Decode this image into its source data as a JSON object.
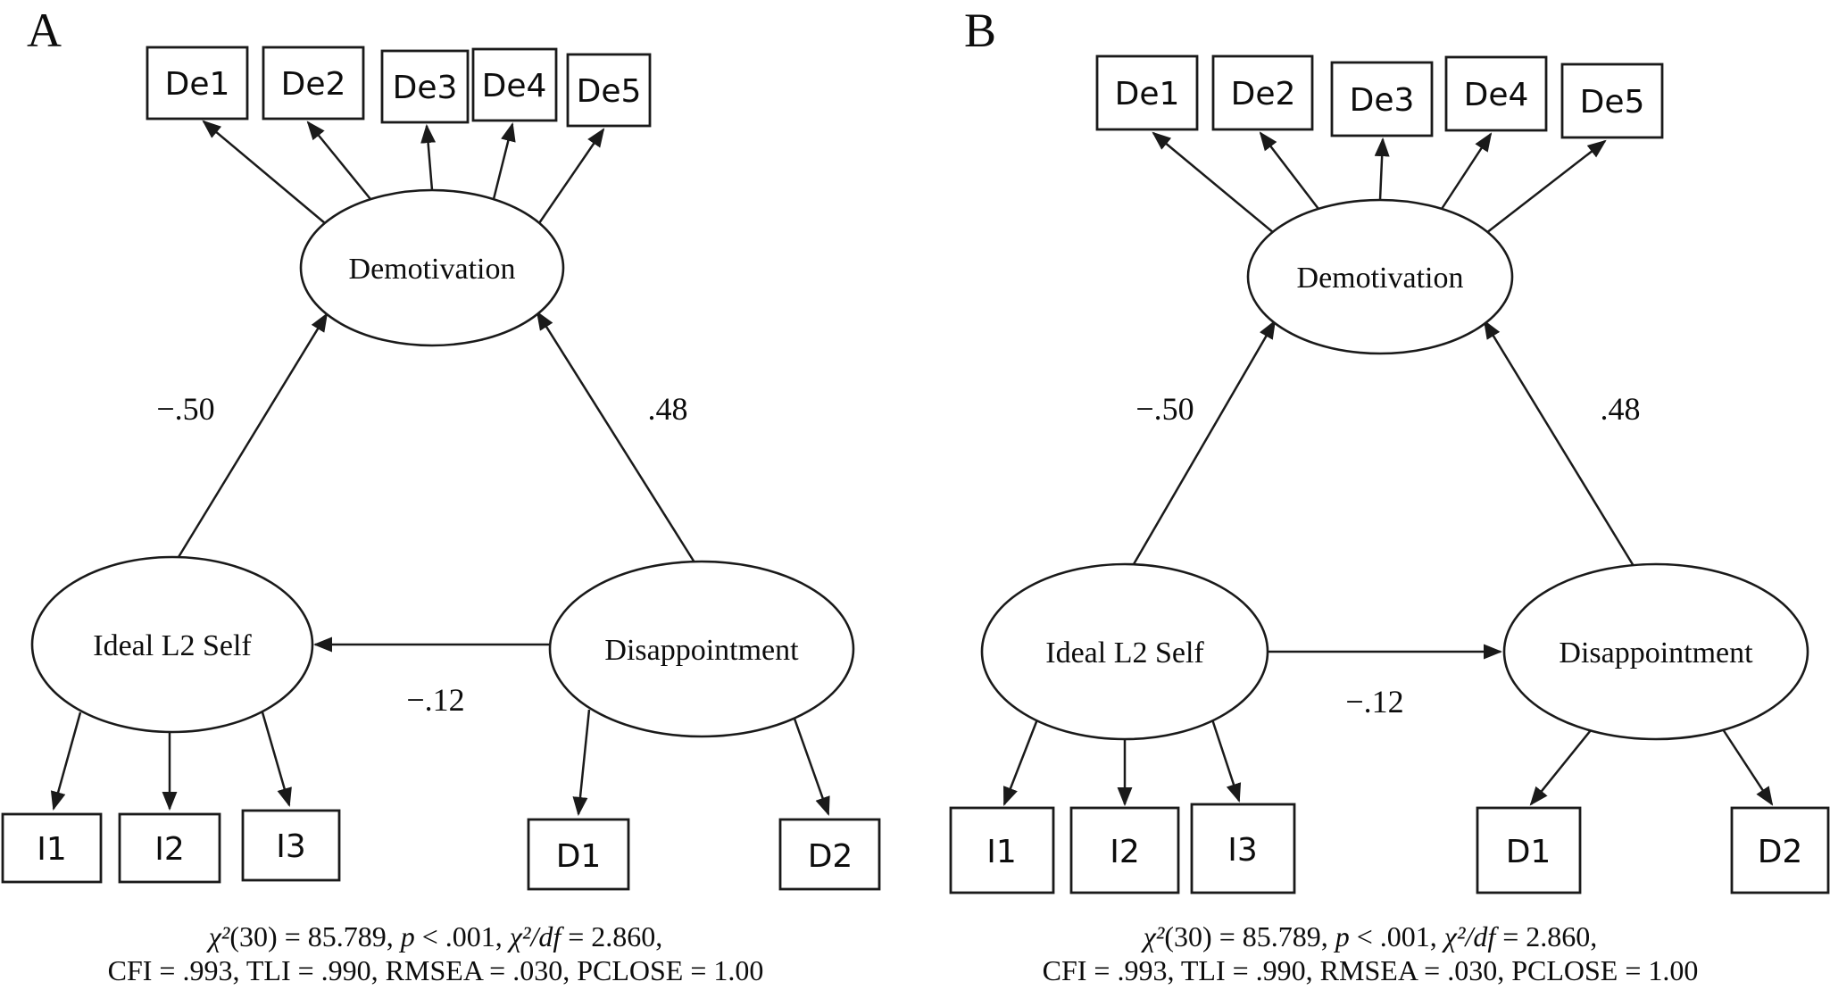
{
  "panels": [
    {
      "label": "A",
      "latents": {
        "demotivation": "Demotivation",
        "ideal": "Ideal L2 Self",
        "disappointment": "Disappointment"
      },
      "indicators": {
        "de": [
          "De1",
          "De2",
          "De3",
          "De4",
          "De5"
        ],
        "i": [
          "I1",
          "I2",
          "I3"
        ],
        "d": [
          "D1",
          "D2"
        ]
      },
      "coefficients": {
        "ideal_to_demotivation": "−.50",
        "disappointment_to_demotivation": ".48",
        "ideal_disappointment": "−.12"
      },
      "caption": {
        "l1a": "χ²",
        "l1b": "(30) = 85.789, ",
        "l1c": "p",
        "l1d": " < .001, ",
        "l1e": "χ²/df",
        "l1f": " = 2.860,",
        "l2": "CFI = .993, TLI = .990, RMSEA = .030, PCLOSE = 1.00"
      }
    },
    {
      "label": "B",
      "latents": {
        "demotivation": "Demotivation",
        "ideal": "Ideal L2 Self",
        "disappointment": "Disappointment"
      },
      "indicators": {
        "de": [
          "De1",
          "De2",
          "De3",
          "De4",
          "De5"
        ],
        "i": [
          "I1",
          "I2",
          "I3"
        ],
        "d": [
          "D1",
          "D2"
        ]
      },
      "coefficients": {
        "ideal_to_demotivation": "−.50",
        "disappointment_to_demotivation": ".48",
        "ideal_disappointment": "−.12"
      },
      "caption": {
        "l1a": "χ²",
        "l1b": "(30) = 85.789, ",
        "l1c": "p",
        "l1d": " < .001, ",
        "l1e": "χ²/df",
        "l1f": " = 2.860,",
        "l2": "CFI = .993, TLI = .990, RMSEA = .030, PCLOSE = 1.00"
      }
    }
  ],
  "colors": {
    "ink": "#1a1a1a",
    "background": "#ffffff"
  }
}
